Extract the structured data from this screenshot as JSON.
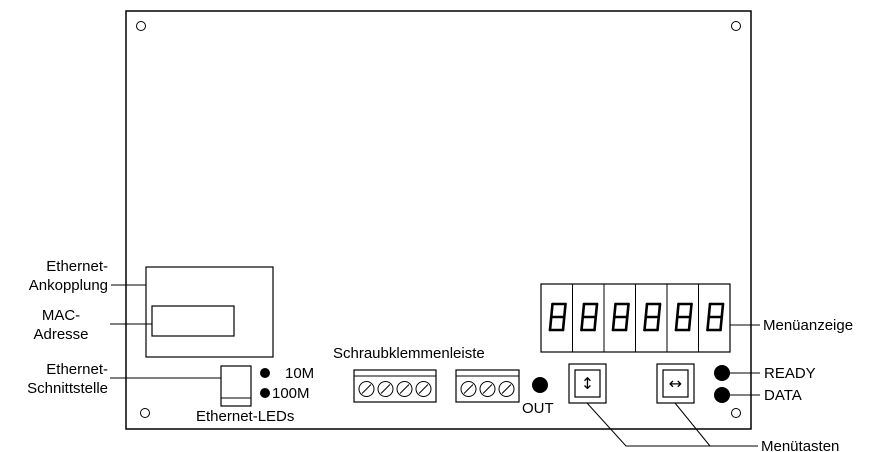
{
  "labels": {
    "ethernet_ankopplung": [
      "Ethernet-",
      "Ankopplung"
    ],
    "mac_adresse": [
      "MAC-",
      "Adresse"
    ],
    "ethernet_schnittstelle": [
      "Ethernet-",
      "Schnittstelle"
    ],
    "ethernet_leds": "Ethernet-LEDs",
    "led_10m": "10M",
    "led_100m": "100M",
    "schraubklemmenleiste": "Schraubklemmenleiste",
    "out": "OUT",
    "menuanzeige": "Menüanzeige",
    "ready": "READY",
    "data": "DATA",
    "menutasten": "Menütasten"
  },
  "display": {
    "digits": [
      "8",
      "8",
      "8",
      "8",
      "8",
      "8"
    ]
  },
  "terminals": {
    "block1_screws": 4,
    "block2_screws": 3
  },
  "buttons": {
    "up_down": {
      "icon": "up-down-arrow-icon",
      "glyph": "↕"
    },
    "left_right": {
      "icon": "left-right-arrow-icon",
      "glyph": "↔"
    }
  }
}
